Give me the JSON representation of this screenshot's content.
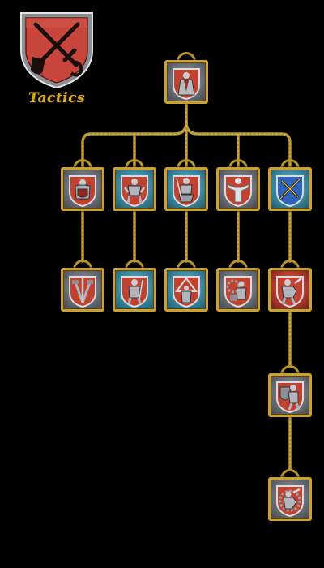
{
  "category": {
    "title": "Tactics",
    "icon": "crossed-swords-shovel-icon",
    "shield_color": "#c7453a"
  },
  "colors": {
    "frame": "#c9a233",
    "rope": "#b8942c",
    "gray": "#7d8289",
    "teal": "#3f90a8",
    "red": "#b9463a"
  },
  "skills": [
    {
      "id": "root",
      "tier": 1,
      "col": 3,
      "variant": "gray",
      "icon": "robed-commander-icon"
    },
    {
      "id": "t2-1",
      "tier": 2,
      "col": 1,
      "variant": "gray",
      "icon": "armored-knight-shield-icon"
    },
    {
      "id": "t2-2",
      "tier": 2,
      "col": 2,
      "variant": "teal",
      "icon": "marching-soldier-icon"
    },
    {
      "id": "t2-3",
      "tier": 2,
      "col": 3,
      "variant": "teal",
      "icon": "spearman-pair-icon"
    },
    {
      "id": "t2-4",
      "tier": 2,
      "col": 4,
      "variant": "gray",
      "icon": "rally-arms-raised-icon"
    },
    {
      "id": "t2-5",
      "tier": 2,
      "col": 5,
      "variant": "teal",
      "icon": "crossed-swords-icon"
    },
    {
      "id": "t3-1",
      "tier": 3,
      "col": 1,
      "variant": "gray",
      "icon": "weapon-rack-icon"
    },
    {
      "id": "t3-2",
      "tier": 3,
      "col": 2,
      "variant": "teal",
      "icon": "soldier-squad-icon"
    },
    {
      "id": "t3-3",
      "tier": 3,
      "col": 3,
      "variant": "teal",
      "icon": "tent-camp-icon"
    },
    {
      "id": "t3-4",
      "tier": 3,
      "col": 4,
      "variant": "gray",
      "icon": "siege-engineer-icon"
    },
    {
      "id": "t3-5",
      "tier": 3,
      "col": 5,
      "variant": "red",
      "icon": "charging-warrior-icon"
    },
    {
      "id": "t4-5",
      "tier": 4,
      "col": 5,
      "variant": "gray",
      "icon": "shield-bearer-icon"
    },
    {
      "id": "t5-5",
      "tier": 5,
      "col": 5,
      "variant": "gray",
      "icon": "berserker-gear-icon"
    }
  ]
}
